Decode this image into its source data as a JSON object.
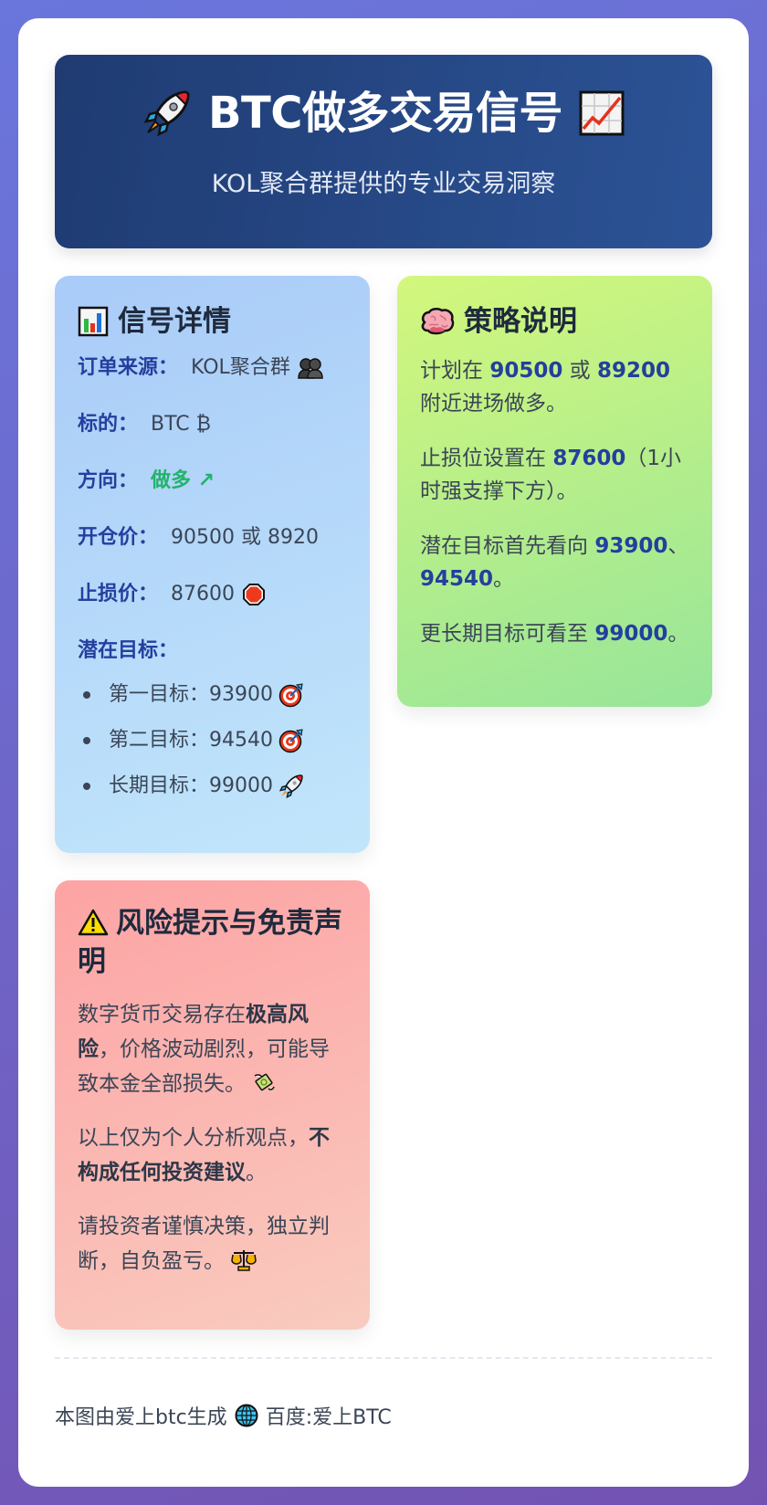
{
  "header": {
    "title": "BTC做多交易信号",
    "subtitle": "KOL聚合群提供的专业交易洞察",
    "left_icon": "rocket-icon",
    "right_icon": "chart-increasing-icon"
  },
  "signal": {
    "title": "信号详情",
    "icon": "bar-chart-icon",
    "rows": [
      {
        "label": "订单来源：",
        "value": "KOL聚合群",
        "icon": "people-icon"
      },
      {
        "label": "标的：",
        "value": "BTC ₿",
        "icon": ""
      },
      {
        "label": "方向：",
        "value": "做多 ↗",
        "icon": ""
      },
      {
        "label": "开仓价：",
        "value": "90500 或 8920",
        "icon": ""
      },
      {
        "label": "止损价：",
        "value": "87600",
        "icon": "stop-sign-icon"
      }
    ],
    "targets_label": "潜在目标：",
    "targets": [
      {
        "text": "第一目标：93900",
        "icon": "target-icon"
      },
      {
        "text": "第二目标：94540",
        "icon": "target-icon"
      },
      {
        "text": "长期目标：99000",
        "icon": "rocket-icon"
      }
    ]
  },
  "strategy": {
    "title": "策略说明",
    "icon": "brain-icon",
    "p1": {
      "a": "计划在 ",
      "n1": "90500",
      "b": " 或 ",
      "n2": "89200",
      "c": " 附近进场做多。"
    },
    "p2": {
      "a": "止损位设置在 ",
      "n1": "87600",
      "b": "（1小时强支撑下方）。"
    },
    "p3": {
      "a": "潜在目标首先看向 ",
      "n1": "93900",
      "b": "、",
      "n2": "94540",
      "c": "。"
    },
    "p4": {
      "a": "更长期目标可看至 ",
      "n1": "99000",
      "b": "。"
    }
  },
  "risk": {
    "title": "风险提示与免责声明",
    "icon": "warning-icon",
    "p1": {
      "a": "数字货币交易存在",
      "bold": "极高风险",
      "b": "，价格波动剧烈，可能导致本金全部损失。"
    },
    "p2": {
      "a": "以上仅为个人分析观点，",
      "bold": "不构成任何投资建议",
      "b": "。"
    },
    "p3": {
      "a": "请投资者谨慎决策，独立判断，自负盈亏。"
    }
  },
  "footer": {
    "text_a": "本图由爱上btc生成",
    "text_b": "百度:爱上BTC",
    "icon": "globe-icon"
  },
  "colors": {
    "accent_blue": "#243f9e",
    "long_green": "#22b36b",
    "header_bg": "#1f3b72"
  }
}
